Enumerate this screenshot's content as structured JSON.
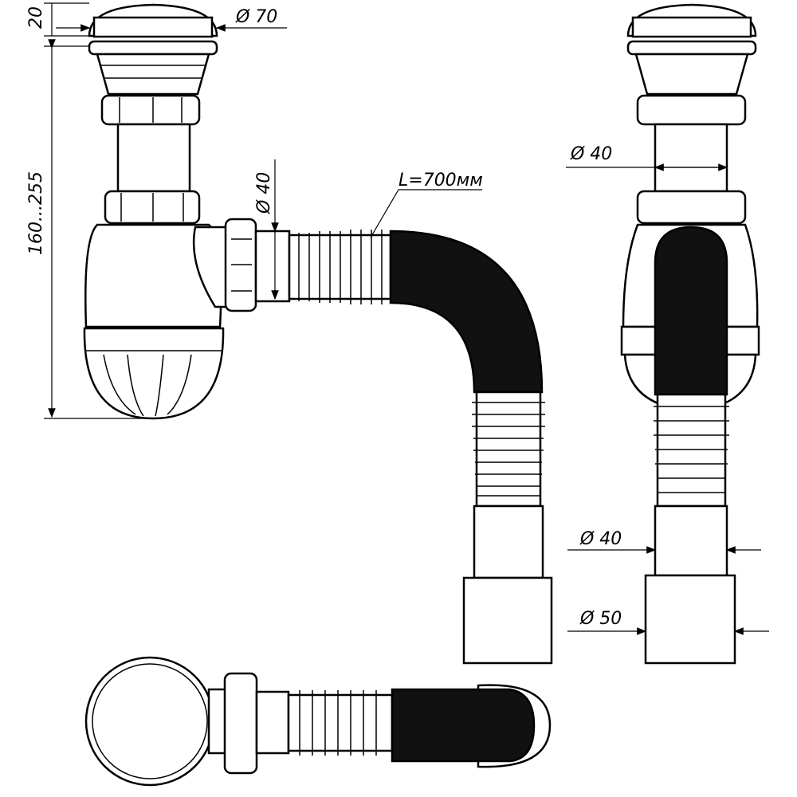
{
  "drawing": {
    "dimensions": {
      "cap_height": "20",
      "cap_diameter": "Ø 70",
      "overall_height": "160...255",
      "outlet_diameter": "Ø 40",
      "hose_length": "L=700мм",
      "side_tube_diameter": "Ø 40",
      "bottom_inner_diameter": "Ø 40",
      "bottom_outer_diameter": "Ø 50"
    }
  }
}
